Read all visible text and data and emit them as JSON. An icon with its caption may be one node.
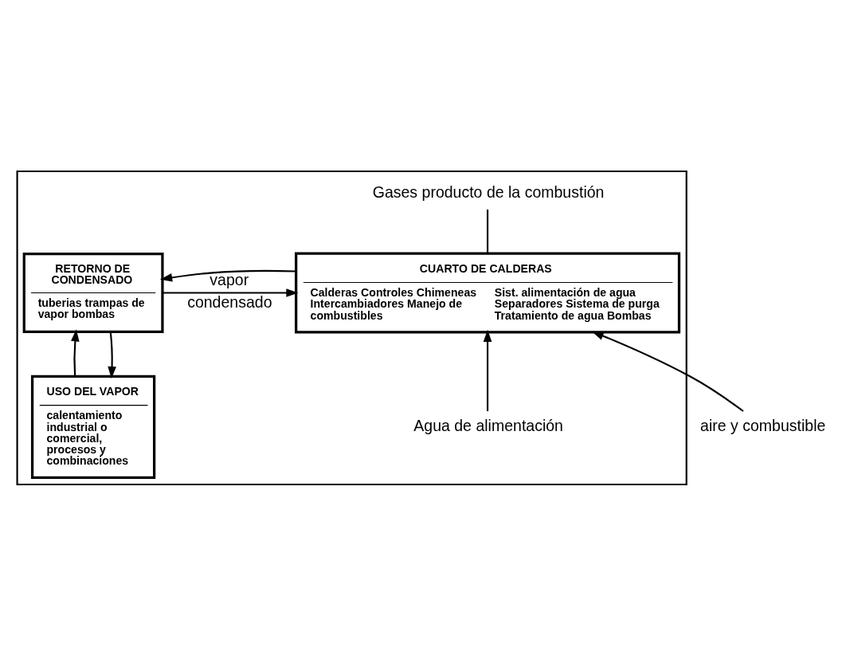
{
  "diagram": {
    "nodes": [
      {
        "text": [],
        "shape": "box"
      },
      {
        "text": [
          "CUARTO DE CALDERAS",
          "Calderas Controles Chimeneas Intercambiadores Manejo de combustibles",
          "Sist. alimentación de agua Separadores Sistema de purga Tratamiento de agua Bombas"
        ],
        "in": 0
      },
      {
        "text": [
          "RETORNO DE CONDENSADO",
          "tuberias trampas de vapor bombas"
        ],
        "in": 0
      },
      {
        "text": [
          "USO DEL VAPOR",
          "calentamiento industrial o comercial, procesos y combinaciones"
        ],
        "in": 0
      },
      {
        "text": [
          "Gases producto de la combustión"
        ],
        "in": 0
      },
      {
        "text": [
          "Agua de alimentación"
        ],
        "in": 0
      },
      {
        "text": [
          "aire y combustible"
        ]
      }
    ],
    "edges": [
      {
        "from": 1,
        "to": 4,
        "arrow": "none"
      },
      {
        "from": 1,
        "to": 2,
        "arrow": "to",
        "label": "vapor"
      },
      {
        "from": 2,
        "to": 1,
        "arrow": "to",
        "label": "condensado"
      },
      {
        "from": 3,
        "to": 2,
        "arrow": "to"
      },
      {
        "from": 2,
        "to": 3,
        "arrow": "to"
      },
      {
        "from": 5,
        "to": 1,
        "arrow": "to"
      },
      {
        "from": 6,
        "to": 1,
        "arrow": "to"
      }
    ]
  }
}
